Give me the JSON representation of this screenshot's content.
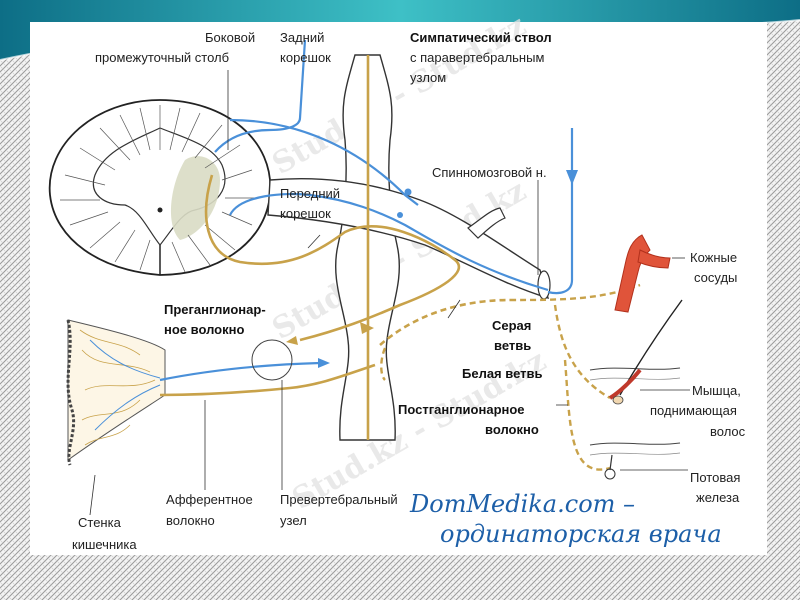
{
  "labels": {
    "lateral_column": [
      "Боковой",
      "промежуточный столб"
    ],
    "dorsal_root": [
      "Задний",
      "корешок"
    ],
    "sympathetic_trunk_title": "Симпатический  ствол",
    "sympathetic_trunk_sub": [
      "с  паравертебральным",
      "узлом"
    ],
    "spinal_nerve": "Спинномозговой н.",
    "ventral_root": [
      "Передний",
      "корешок"
    ],
    "skin_vessels": [
      "Кожные",
      "сосуды"
    ],
    "preganglionic": [
      "Преганглионар-",
      "ное волокно"
    ],
    "grey_ramus": [
      "Серая",
      "ветвь"
    ],
    "white_ramus": "Белая ветвь",
    "postganglionic": [
      "Постганглионарное",
      "волокно"
    ],
    "arrector_muscle": [
      "Мышца,",
      "поднимающая",
      "волос"
    ],
    "sweat_gland": [
      "Потовая",
      "железа"
    ],
    "gut_wall": [
      "Стенка",
      "кишечника"
    ],
    "afferent_fiber": [
      "Афферентное",
      "волокно"
    ],
    "prevertebral_node": [
      "Превертебральный",
      "узел"
    ]
  },
  "watermark": "Stud.kz - Stud.kz",
  "signature": {
    "line1": "DomMedika.com –",
    "line2": "ординаторская врача"
  },
  "colors": {
    "afferent": "#4a90d9",
    "efferent": "#c8a24a",
    "vessel": "#e0543a",
    "frame_teal": "#2a9aa6"
  }
}
